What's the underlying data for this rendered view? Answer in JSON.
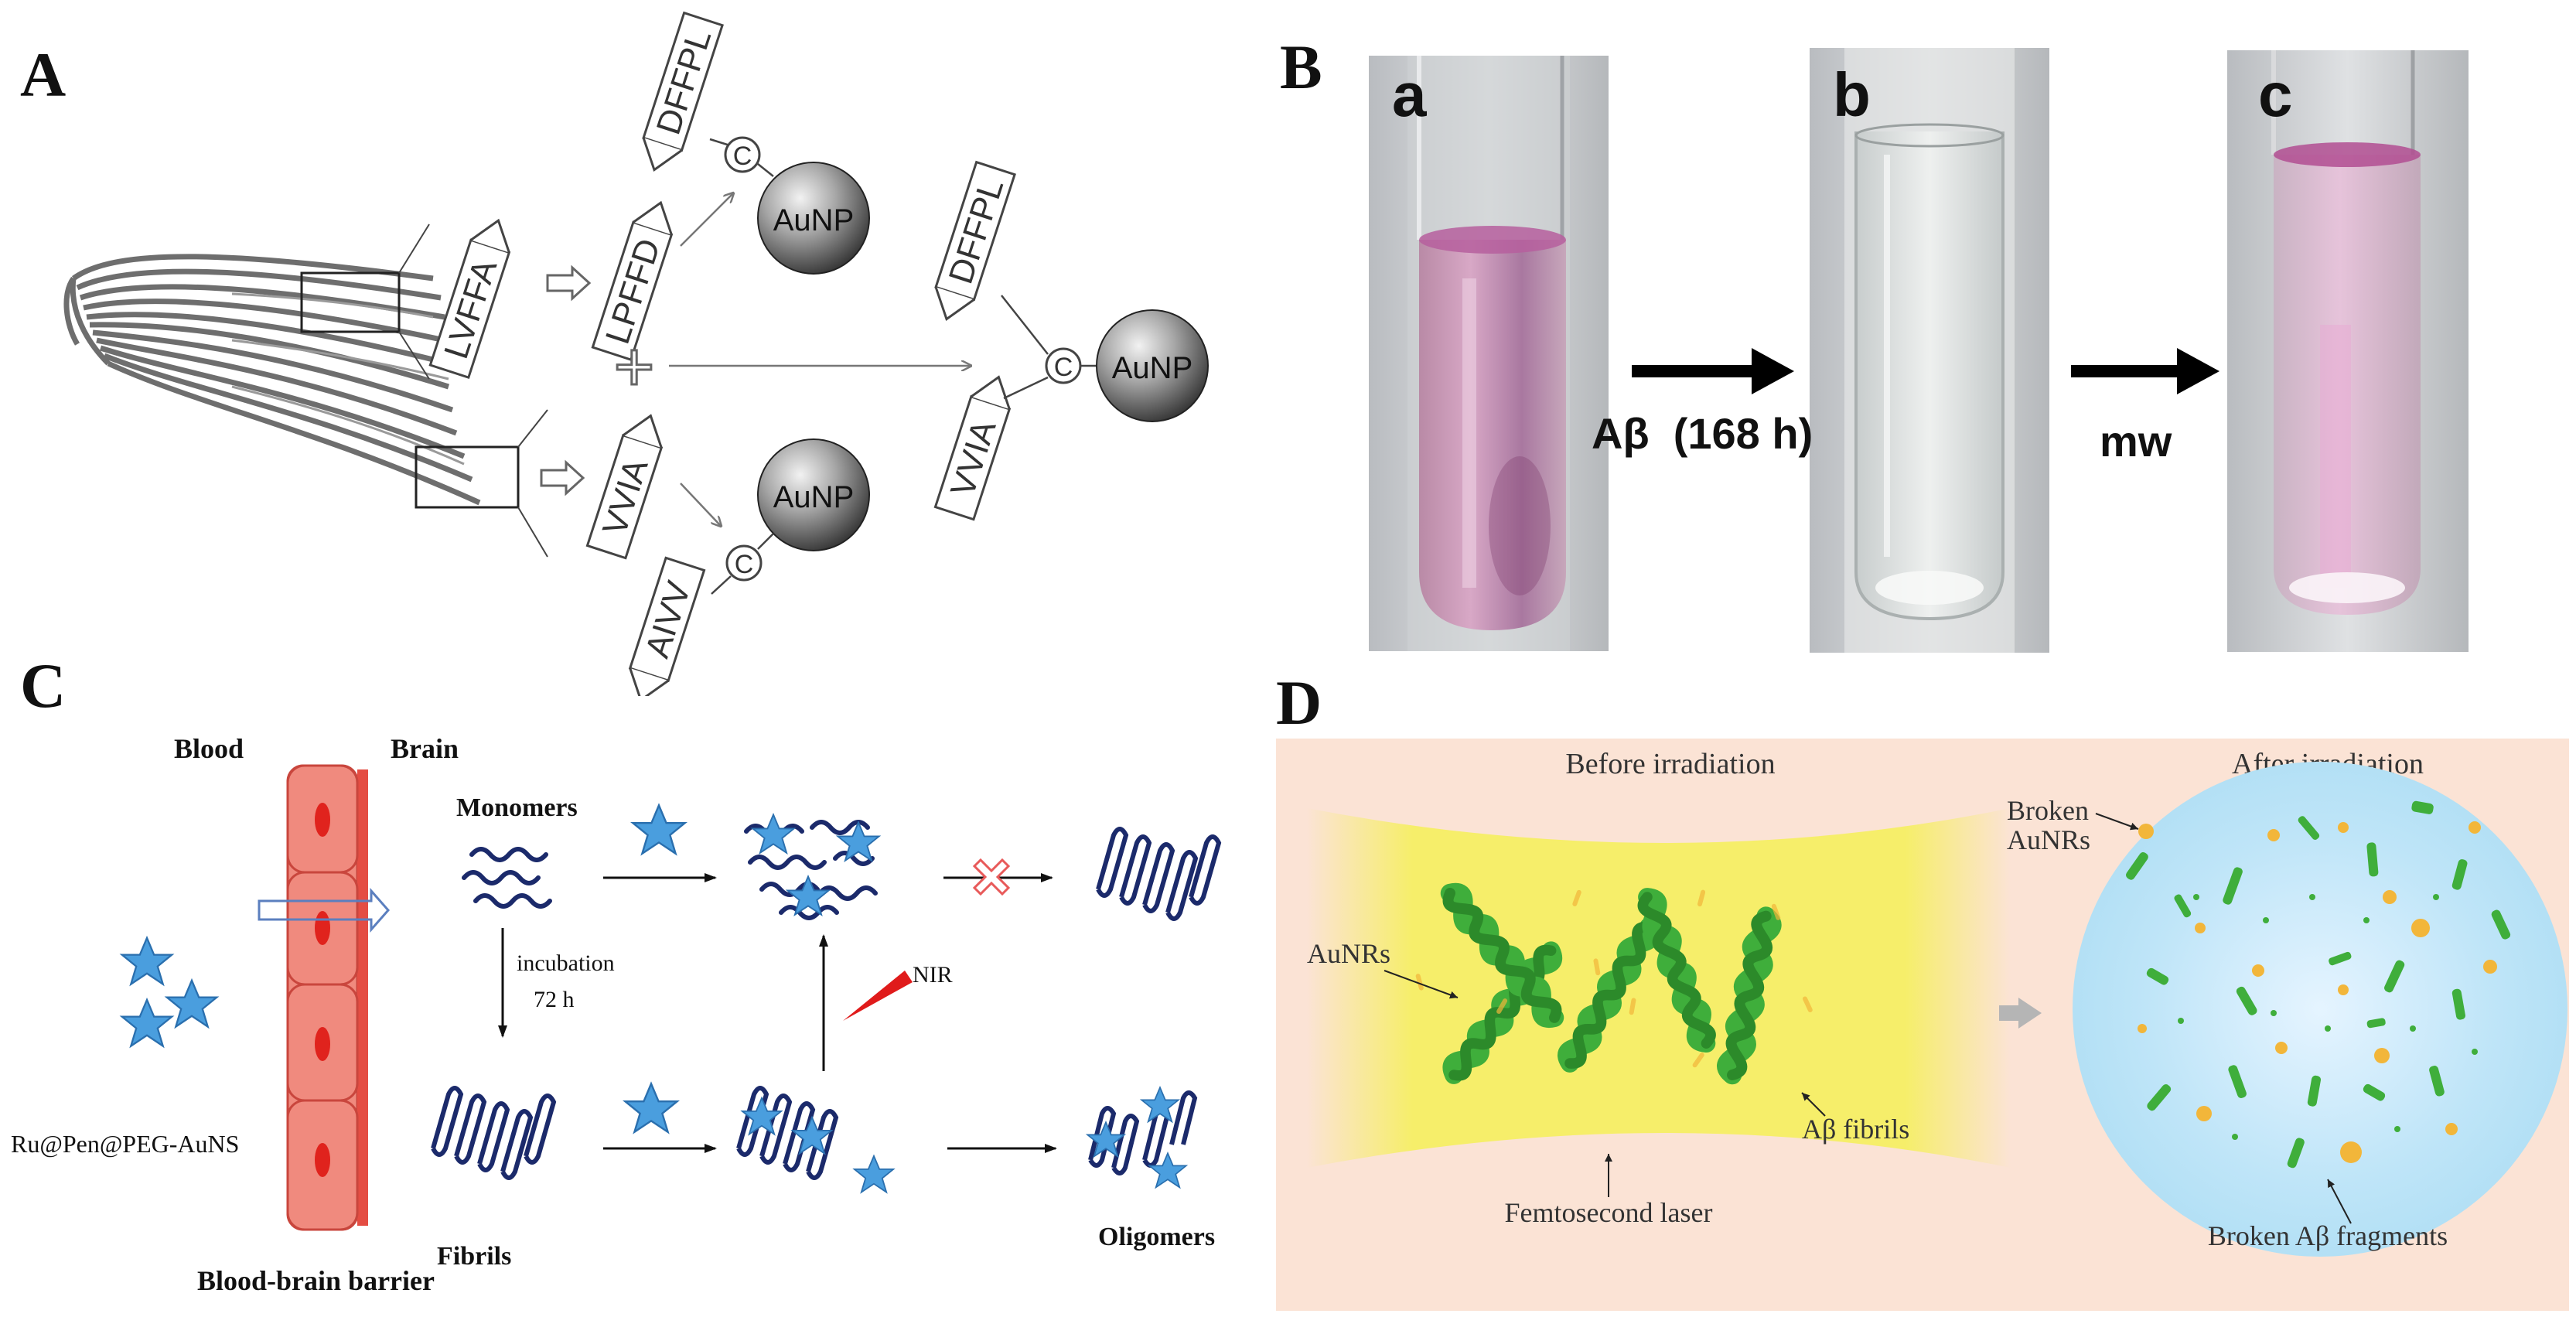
{
  "panels": {
    "A": {
      "letter": "A",
      "peptides": {
        "dffpl_top": "DFFPL",
        "lvffa": "LVFFA",
        "lpffd": "LPFFD",
        "dffpl_right": "DFFPL",
        "vvia_right": "VVIA",
        "vvia_mid": "VVIA",
        "aivv": "AIVV"
      },
      "linker": "C",
      "nanoparticle": "AuNP",
      "plus": "+"
    },
    "B": {
      "letter": "B",
      "tube_labels": [
        "a",
        "b",
        "c"
      ],
      "arrow1_label": "Aβ  (168 h)",
      "arrow2_label": "mw"
    },
    "C": {
      "letter": "C",
      "blood": "Blood",
      "brain": "Brain",
      "monomers": "Monomers",
      "incubation": "incubation",
      "incubation_time": "72 h",
      "nir": "NIR",
      "fibrils": "Fibrils",
      "oligomers": "Oligomers",
      "agent": "Ru@Pen@PEG-AuNS",
      "bbb": "Blood-brain barrier"
    },
    "D": {
      "letter": "D",
      "before": "Before irradiation",
      "after": "After irradiation",
      "aunrs": "AuNRs",
      "fibrils": "Aβ fibrils",
      "laser": "Femtosecond laser",
      "broken_aunrs_1": "Broken",
      "broken_aunrs_2": "AuNRs",
      "broken_fragments": "Broken Aβ fragments"
    }
  },
  "colors": {
    "panel_d_bg": "#fbe3d5",
    "laser_yellow": "#f6ee6a",
    "fibril_green": "#3fae3b",
    "gold_dot": "#f2b63a",
    "blue_star": "#4a9ede",
    "navy": "#1b2a6b",
    "cell_red": "#f08a7e",
    "aunp_gray": "#8a8a8a"
  }
}
